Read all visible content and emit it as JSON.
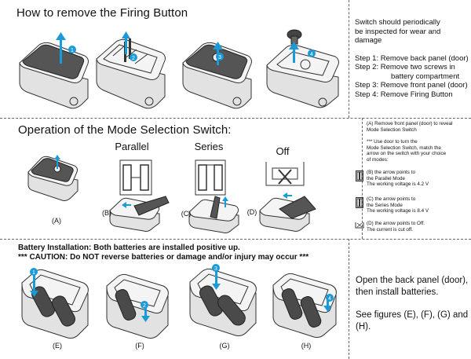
{
  "section1": {
    "title": "How to remove the Firing Button",
    "notes": {
      "intro_line1": "Switch should periodically",
      "intro_line2": "be inspected for wear and damage",
      "step1": "Step 1: Remove back panel (door)",
      "step2": "Step 2: Remove two screws in",
      "step2b": "battery compartment",
      "step3": "Step 3: Remove front panel (door)",
      "step4": "Step 4: Remove Firing Button"
    },
    "badges": [
      "1",
      "2",
      "3",
      "4"
    ]
  },
  "section2": {
    "title": "Operation of the Mode Selection Switch:",
    "modes": {
      "parallel": "Parallel",
      "series": "Series",
      "off": "Off"
    },
    "captions": [
      "(A)",
      "(B)",
      "(C)",
      "(D)"
    ],
    "notes": {
      "a_line1": "(A) Remove front panel (door) to reveal",
      "a_line2": "Mode Selection Switch",
      "use_line1": "*** Use door to turn the",
      "use_line2": "Mode Selection Switch, match the",
      "use_line3": "arrow on the switch with your choice",
      "use_line4": "of modes:",
      "b_line1": "(B) the arrow points to",
      "b_line2": "the Parallel Mode",
      "b_line3": "The working voltage is 4.2 V",
      "c_line1": "(C) the arrow points to",
      "c_line2": "the Series Mode",
      "c_line3": "The working voltage is 8.4 V",
      "d_line1": "(D) the arrow points to Off.",
      "d_line2": "The current is cut off."
    }
  },
  "section3": {
    "heading": "Battery Installation: Both batteries are installed positive up.",
    "caution": "*** CAUTION: Do NOT reverse batteries or damage and/or injury may occur ***",
    "captions": [
      "(E)",
      "(F)",
      "(G)",
      "(H)"
    ],
    "badges": [
      "1",
      "2",
      "3",
      "4"
    ],
    "notes": {
      "line1": "Open the back panel (door),",
      "line2": "then install batteries.",
      "line3": "See figures (E), (F), (G) and (H)."
    }
  },
  "colors": {
    "accent_blue": "#1a9ad6",
    "panel_dark": "#555555",
    "divider": "#666666"
  }
}
